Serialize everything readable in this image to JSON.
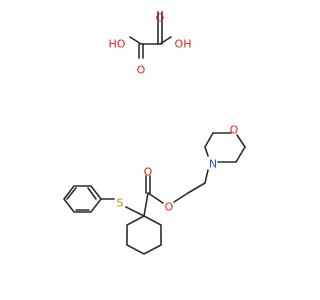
{
  "molecule": {
    "colors": {
      "bond": "#2b2b2b",
      "oxygen": "#e8211b",
      "nitrogen": "#2f4bd8",
      "sulfur": "#b39500",
      "background": "#ffffff"
    },
    "oxalic_acid": {
      "ho_left": "HO",
      "oh_right": "OH",
      "o_left": "O",
      "o_right": "O"
    },
    "ester": {
      "carbonyl_o": "O",
      "ester_o": "O",
      "sulfur": "S",
      "nitrogen": "N",
      "morpholine_o": "O"
    }
  }
}
